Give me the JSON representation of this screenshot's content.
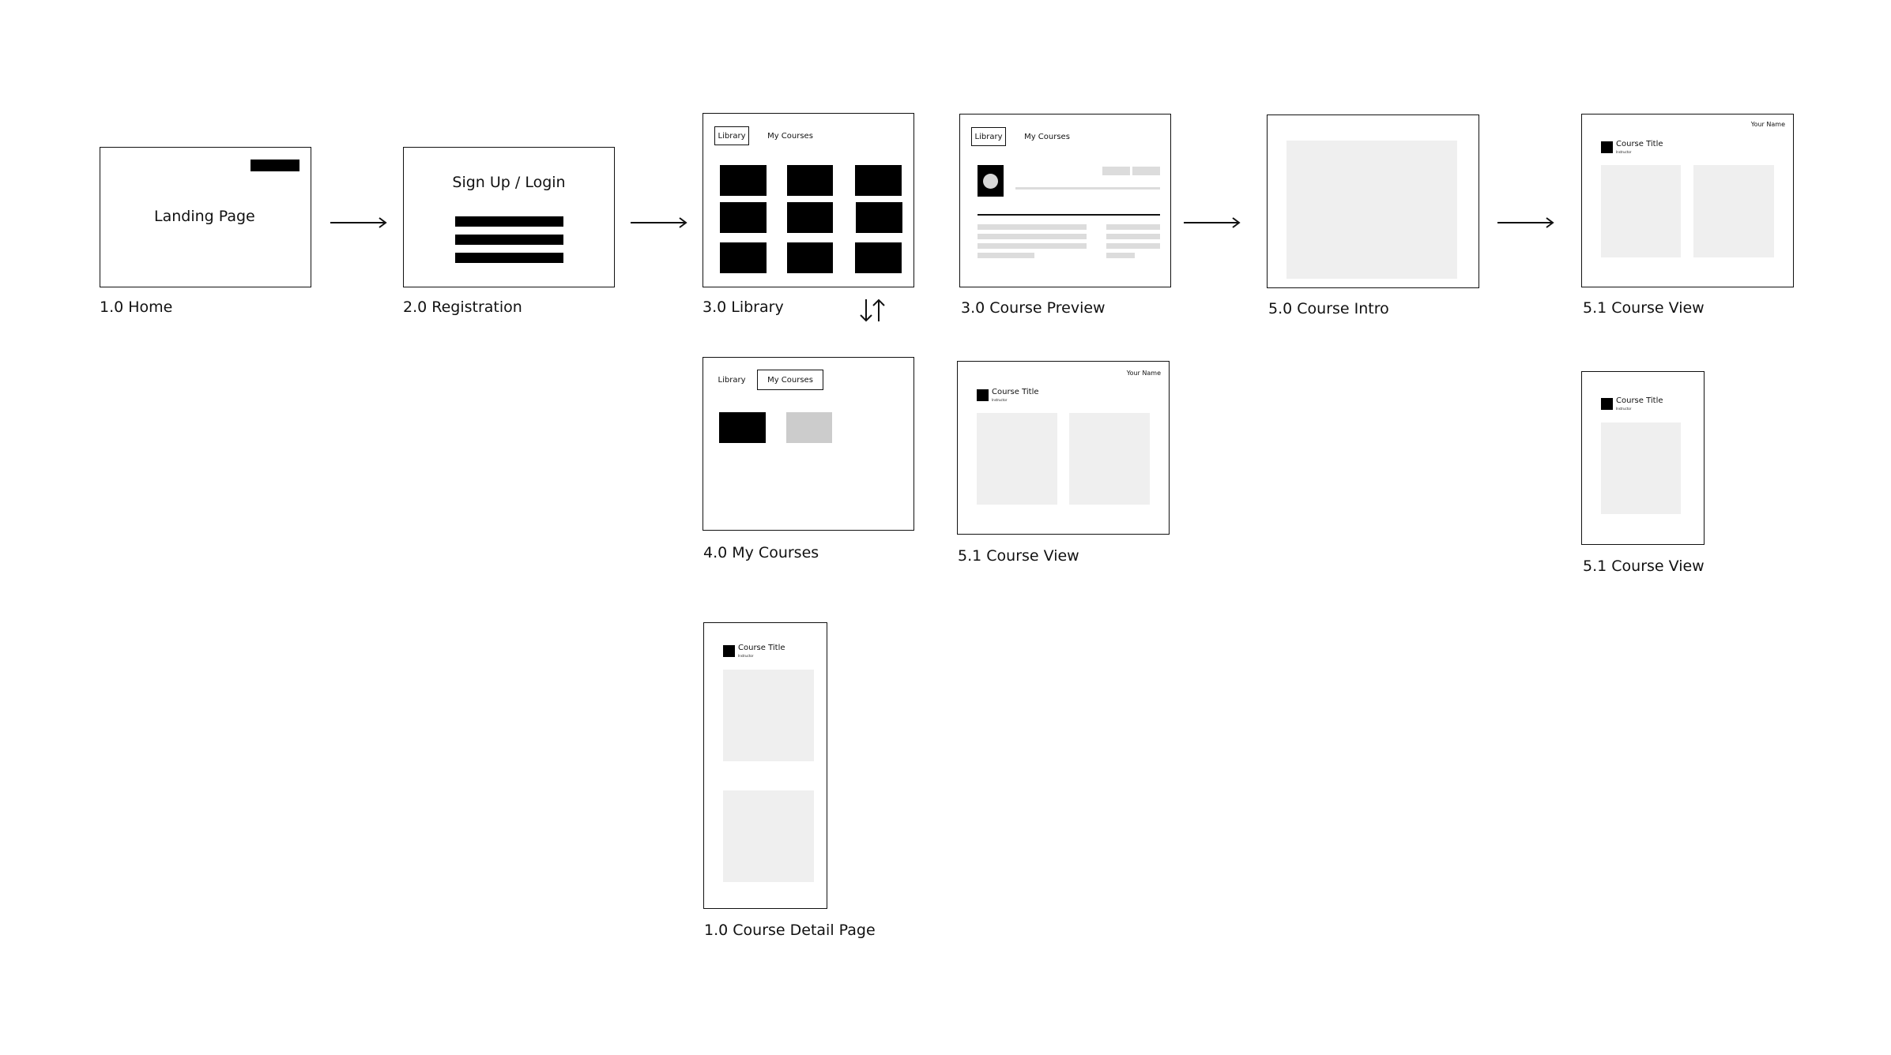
{
  "frames": {
    "home": {
      "caption": "1.0 Home",
      "text": "Landing Page"
    },
    "registration": {
      "caption": "2.0 Registration",
      "text": "Sign Up / Login"
    },
    "library": {
      "caption": "3.0 Library",
      "tab_library": "Library",
      "tab_my_courses": "My Courses"
    },
    "course_preview": {
      "caption": "3.0 Course Preview",
      "tab_library": "Library",
      "tab_my_courses": "My Courses"
    },
    "course_intro": {
      "caption": "5.0 Course Intro"
    },
    "course_view_desktop": {
      "caption": "5.1 Course View",
      "user_name": "Your Name",
      "course_title": "Course Title",
      "instructor": "Instructor"
    },
    "my_courses": {
      "caption": "4.0 My Courses",
      "tab_library": "Library",
      "tab_my_courses": "My Courses"
    },
    "course_view_tablet": {
      "caption": "5.1 Course View",
      "user_name": "Your Name",
      "course_title": "Course Title",
      "instructor": "Instructor"
    },
    "course_view_mobile": {
      "caption": "5.1 Course View",
      "course_title": "Course Title",
      "instructor": "Instructor"
    },
    "course_detail_mobile": {
      "caption": "1.0 Course Detail Page",
      "course_title": "Course Title",
      "instructor": "Instructor"
    }
  },
  "icons": {
    "flow_arrow": "long-right-arrow",
    "swap": "up-down-arrows"
  }
}
